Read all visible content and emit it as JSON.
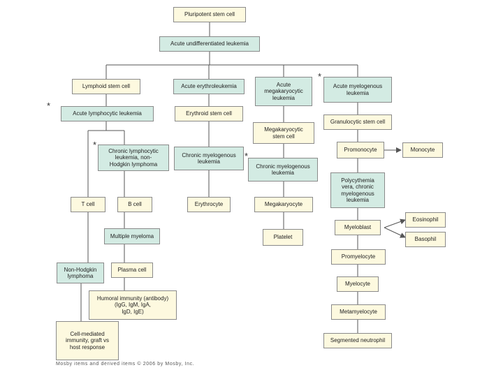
{
  "colors": {
    "leukemia_fill": "#d3ebe3",
    "cell_fill": "#fdf9df",
    "border": "#8a8a8a",
    "line": "#555555"
  },
  "nodes": {
    "pluripotent": "Pluripotent stem cell",
    "aul": "Acute undifferentiated leukemia",
    "lymphoid": "Lymphoid stem cell",
    "erythroleukemia": "Acute erythroleukemia",
    "megakaryocytic_leukemia": "Acute\nmegakaryocytic\nleukemia",
    "aml": "Acute myelogenous\nleukemia",
    "all": "Acute lymphocytic leukemia",
    "erythroid": "Erythroid stem cell",
    "megakaryocytic_stem": "Megakaryocytic\nstem cell",
    "granulocytic": "Granulocytic stem cell",
    "cll": "Chronic lymphocytic\nleukemia, non-\nHodgkin lymphoma",
    "cml_1": "Chronic myelogenous\nleukemia",
    "cml_2": "Chronic myelogenous\nleukemia",
    "promonocyte": "Promonocyte",
    "monocyte": "Monocyte",
    "polycythemia": "Polycythemia\nvera, chronic\nmyelogenous\nleukemia",
    "tcell": "T cell",
    "bcell": "B cell",
    "erythrocyte": "Erythrocyte",
    "megakaryocyte": "Megakaryocyte",
    "myeloblast": "Myeloblast",
    "eosinophil": "Eosinophil",
    "basophil": "Basophil",
    "multiple_myeloma": "Multiple myeloma",
    "platelet": "Platelet",
    "promyelocyte": "Promyelocyte",
    "nhl": "Non-Hodgkin\nlymphoma",
    "plasma": "Plasma cell",
    "myelocyte": "Myelocyte",
    "humoral": "Humoral immunity (antibody)\n(IgG, IgM, IgA,\nIgD, IgE)",
    "metamyelocyte": "Metamyelocyte",
    "cell_mediated": "Cell-mediated\nimmunity, graft vs\nhost response",
    "segmented": "Segmented neutrophil"
  },
  "stars": [
    "*",
    "*",
    "*",
    "*"
  ],
  "copyright": "Mosby items and derived items © 2006 by Mosby, Inc."
}
